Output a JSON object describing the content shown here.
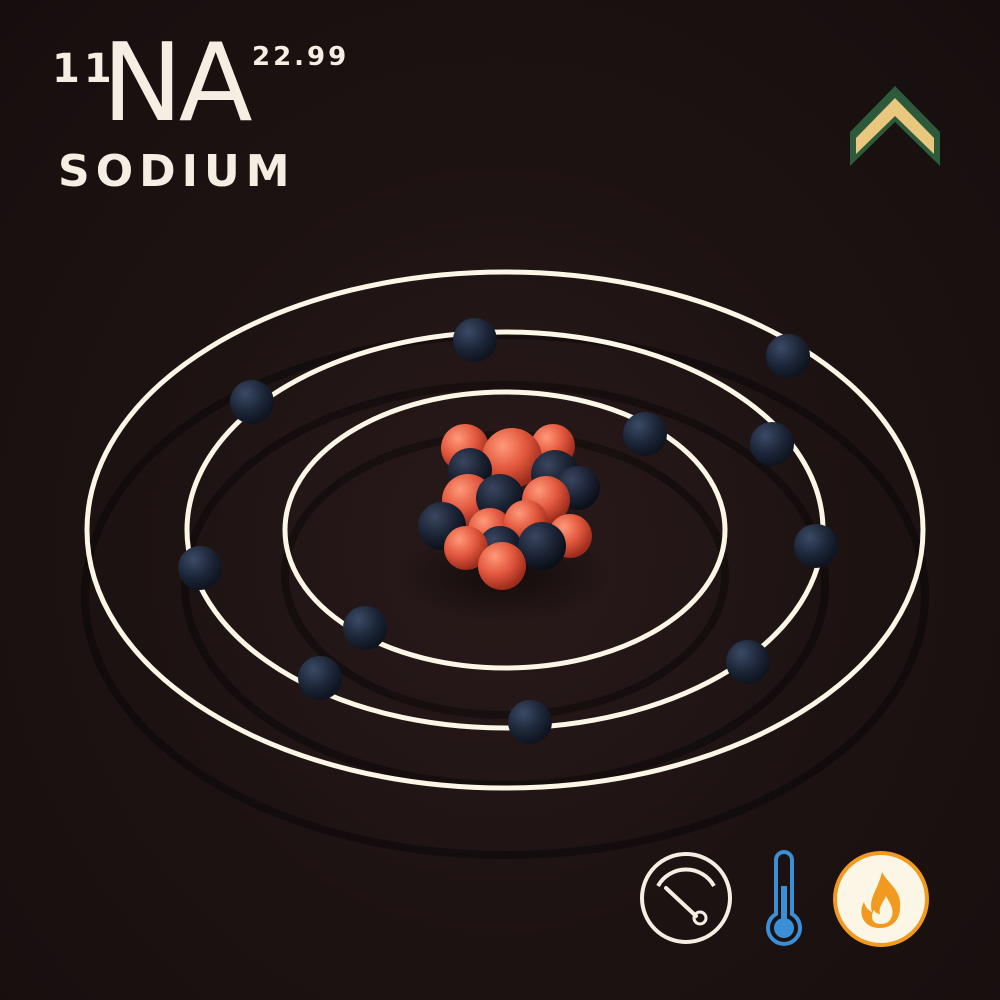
{
  "element": {
    "atomic_number": "11",
    "symbol": "NA",
    "atomic_mass": "22.99",
    "name": "SODIUM"
  },
  "shells": {
    "electron_counts": [
      2,
      8,
      1
    ]
  },
  "icons": {
    "rank": "private-chevron-icon",
    "pressure": "gauge-icon",
    "temperature": "thermometer-icon",
    "flammable": "flame-icon"
  },
  "colors": {
    "background": "#1e1313",
    "text": "#f4efe2",
    "orbit": "#fbf6e6",
    "electron": "#1c2638",
    "proton": "#e2573d",
    "neutron": "#1b2233",
    "chevron_fill": "#e9c77e",
    "chevron_border": "#2e5a3c",
    "thermometer": "#3a8fd6",
    "flame": "#f29a1f"
  }
}
